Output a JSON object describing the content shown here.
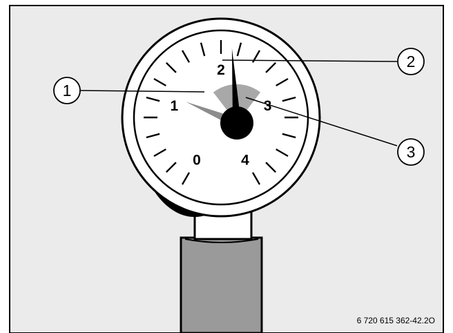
{
  "gauge": {
    "scale_labels": [
      "0",
      "1",
      "2",
      "3",
      "4"
    ],
    "scale_min": 0,
    "scale_max": 4,
    "minor_divisions_per_unit": 5,
    "needle_value": 1.95,
    "reference_pointer_value": 1.1,
    "green_zone_range": [
      1.5,
      2.5
    ]
  },
  "callouts": [
    {
      "number": "1",
      "meaning": "reference pointer"
    },
    {
      "number": "2",
      "meaning": "pressure needle"
    },
    {
      "number": "3",
      "meaning": "green zone"
    }
  ],
  "figure_id": "6 720 615 362-42.2O",
  "colors": {
    "line": "#000000",
    "background": "#ffffff",
    "panel_bg": "#ebebeb",
    "pipe": "#9a9a9a",
    "zone": "#a8a8a8",
    "ref_pointer": "#8c8c8c"
  }
}
